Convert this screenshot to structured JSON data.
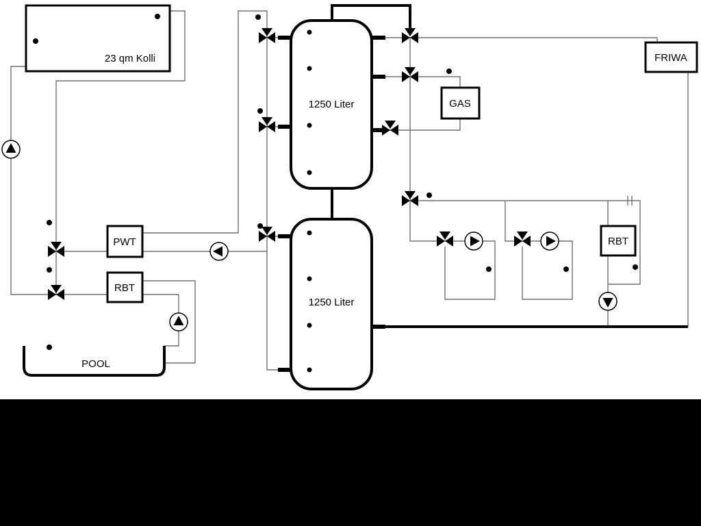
{
  "diagram": {
    "collector": {
      "label": "23 qm Kolli"
    },
    "tanks": {
      "upper": "1250 Liter",
      "lower": "1250 Liter"
    },
    "boiler": {
      "label": "GAS"
    },
    "friwa": {
      "label": "FRIWA"
    },
    "pwt": {
      "label": "PWT"
    },
    "rbt_pool": {
      "label": "RBT"
    },
    "rbt_right": {
      "label": "RBT"
    },
    "pool": {
      "label": "POOL"
    }
  },
  "colors": {
    "pipe_thin": "#6e6e6e",
    "pipe_thick": "#000000",
    "component_stroke": "#000000",
    "component_fill": "#ffffff",
    "letterbox": "#000000"
  }
}
